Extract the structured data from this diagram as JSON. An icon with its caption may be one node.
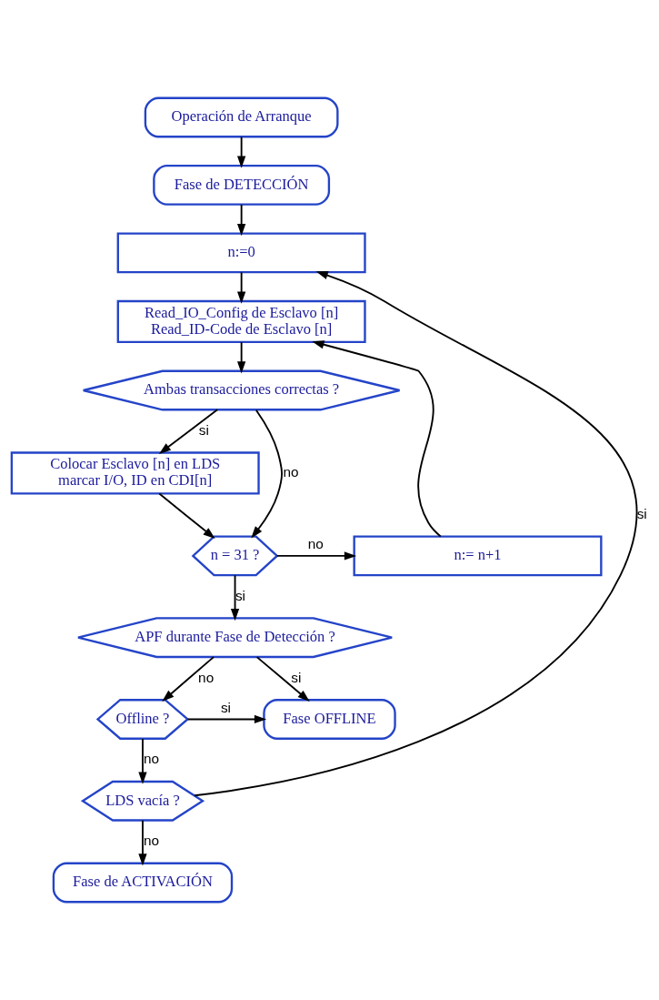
{
  "diagram": {
    "nodes": [
      {
        "text": [
          "Operación de Arranque"
        ]
      },
      {
        "text": [
          "Fase de DETECCIÓN"
        ]
      },
      {
        "text": [
          "n:=0"
        ]
      },
      {
        "text": [
          "Read_IO_Config de Esclavo [n]",
          "Read_ID-Code de Esclavo [n]"
        ]
      },
      {
        "text": [
          "Ambas transacciones correctas ?"
        ]
      },
      {
        "text": [
          "Colocar Esclavo [n] en LDS",
          "marcar I/O, ID en CDI[n]"
        ]
      },
      {
        "text": [
          "n = 31 ?"
        ]
      },
      {
        "text": [
          "n:= n+1"
        ]
      },
      {
        "text": [
          "APF durante Fase de Detección ?"
        ]
      },
      {
        "text": [
          "Offline ?"
        ]
      },
      {
        "text": [
          "Fase OFFLINE"
        ]
      },
      {
        "text": [
          "LDS vacía ?"
        ]
      },
      {
        "text": [
          "Fase de ACTIVACIÓN"
        ]
      }
    ],
    "edges": [
      {
        "from": 0,
        "to": 1,
        "arrow": "to"
      },
      {
        "from": 1,
        "to": 2,
        "arrow": "to"
      },
      {
        "from": 2,
        "to": 3,
        "arrow": "to"
      },
      {
        "from": 3,
        "to": 4,
        "arrow": "to"
      },
      {
        "from": 4,
        "to": 5,
        "arrow": "to",
        "label": "si"
      },
      {
        "from": 4,
        "to": 6,
        "arrow": "to",
        "label": "no"
      },
      {
        "from": 5,
        "to": 6,
        "arrow": "to"
      },
      {
        "from": 6,
        "to": 7,
        "arrow": "to",
        "label": "no"
      },
      {
        "from": 7,
        "to": 3,
        "arrow": "to"
      },
      {
        "from": 6,
        "to": 8,
        "arrow": "to",
        "label": "si"
      },
      {
        "from": 8,
        "to": 10,
        "arrow": "to",
        "label": "si"
      },
      {
        "from": 8,
        "to": 9,
        "arrow": "to",
        "label": "no"
      },
      {
        "from": 9,
        "to": 10,
        "arrow": "to",
        "label": "si"
      },
      {
        "from": 9,
        "to": 11,
        "arrow": "to",
        "label": "no"
      },
      {
        "from": 11,
        "to": 2,
        "arrow": "to",
        "label": "si"
      },
      {
        "from": 11,
        "to": 12,
        "arrow": "to",
        "label": "no"
      }
    ]
  }
}
